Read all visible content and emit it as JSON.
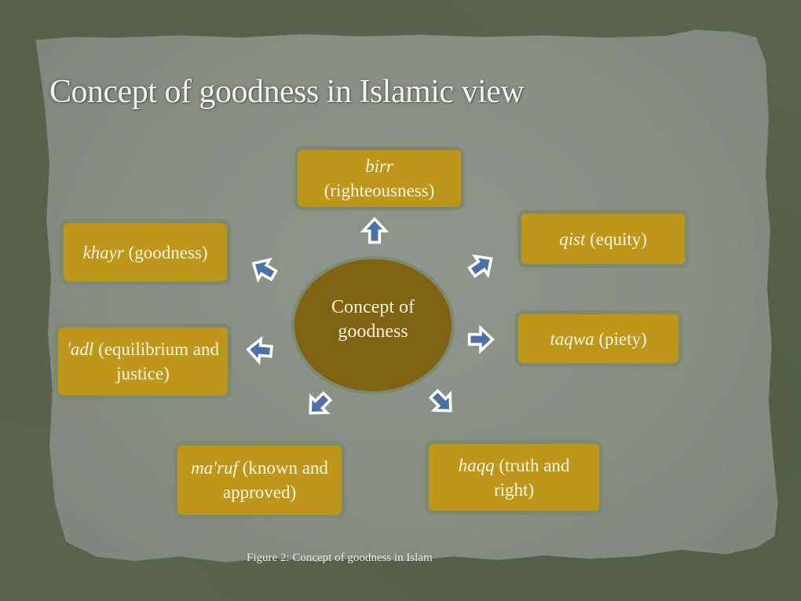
{
  "slide": {
    "title": "Concept of goodness in Islamic view",
    "caption": "Figure 2: Concept of goodness in Islam"
  },
  "center": {
    "label": "Concept of goodness"
  },
  "nodes": [
    {
      "id": "birr",
      "term": "birr",
      "gloss": "(righteousness)",
      "arrow_direction": "up"
    },
    {
      "id": "qist",
      "term": "qist",
      "gloss": "(equity)",
      "arrow_direction": "up-right"
    },
    {
      "id": "taqwa",
      "term": "taqwa",
      "gloss": "(piety)",
      "arrow_direction": "right"
    },
    {
      "id": "haqq",
      "term": "haqq",
      "gloss": "(truth and right)",
      "arrow_direction": "down-right"
    },
    {
      "id": "maruf",
      "term": "ma'ruf",
      "gloss": "(known and approved)",
      "arrow_direction": "down-left"
    },
    {
      "id": "adl",
      "term": "'adl",
      "gloss": "(equilibrium and justice)",
      "arrow_direction": "left"
    },
    {
      "id": "khayr",
      "term": "khayr",
      "gloss": "(goodness)",
      "arrow_direction": "up-left"
    }
  ],
  "colors": {
    "node_fill": "#bd961a",
    "node_border": "#7d8a72",
    "center_fill": "#7f6212",
    "arrow_fill": "#4a72a8",
    "arrow_outline": "#ffffff",
    "paper": "#8a9287",
    "background": "#59644f"
  }
}
